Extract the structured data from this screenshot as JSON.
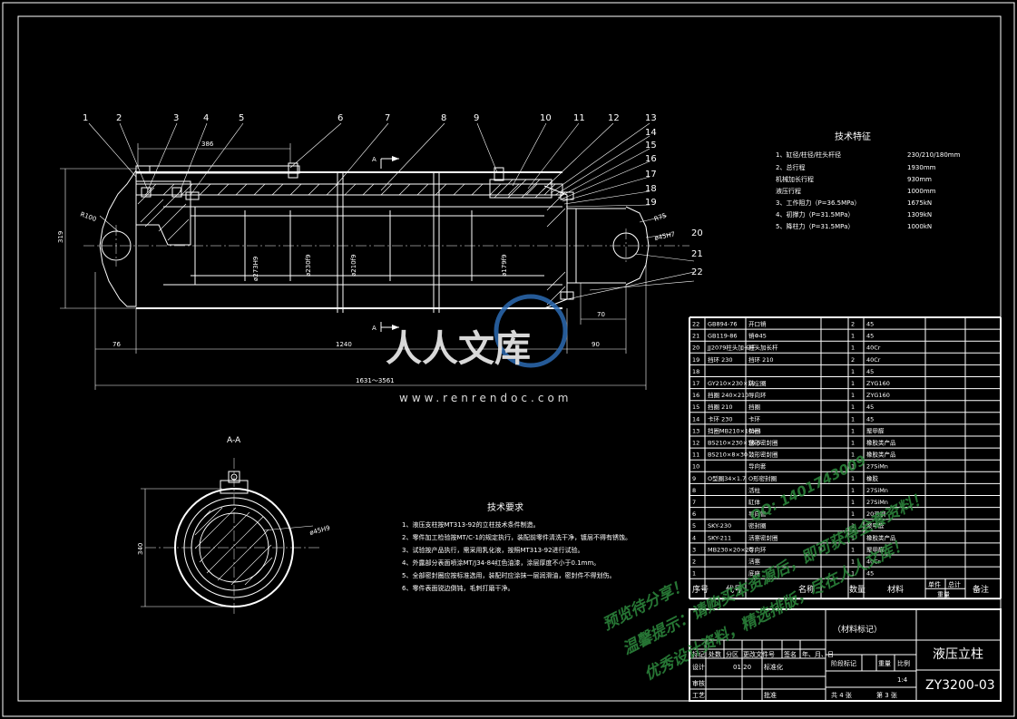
{
  "part_labels": [
    "1",
    "2",
    "3",
    "4",
    "5",
    "6",
    "7",
    "8",
    "9",
    "10",
    "11",
    "12",
    "13",
    "14",
    "15",
    "16",
    "17",
    "18",
    "19",
    "20",
    "21",
    "22"
  ],
  "dimensions": {
    "d386": "386",
    "d319": "319",
    "r100": "R100",
    "r75": "R75",
    "d76": "76",
    "d1240": "1240",
    "d70": "70",
    "d90": "90",
    "stroke": "1631～3561",
    "d273": "ø273H9",
    "d230": "ø230f9",
    "d210": "ø210f9",
    "d179": "ø179f9",
    "d45": "ø45H7",
    "d340": "340",
    "d45b": "ø45H9"
  },
  "section_marker_top": "A",
  "section_marker_bottom": "A",
  "section_view_label": "A-A",
  "tech_specs": {
    "title": "技术特征",
    "lines": [
      {
        "text": "1、缸径/柱径/柱头杆径",
        "value": "230/210/180mm"
      },
      {
        "text": "2、总行程",
        "value": "1930mm"
      },
      {
        "text": "  机械加长行程",
        "value": "930mm"
      },
      {
        "text": "  液压行程",
        "value": "1000mm"
      },
      {
        "text": "3、工作阻力（P=36.5MPa）",
        "value": "1675kN"
      },
      {
        "text": "4、初撑力（P=31.5MPa）",
        "value": "1309kN"
      },
      {
        "text": "5、降柱力（P=31.5MPa）",
        "value": "1000kN"
      }
    ]
  },
  "tech_requirements": {
    "title": "技术要求",
    "lines": [
      "1、液压支柱按MT313-92的立柱技术条件制造。",
      "2、零件加工检验按MT/C-1的规定执行，装配前零件清洗干净，镀层不得有锈蚀。",
      "3、试验按产品执行，需采用乳化液，按照MT313-92进行试验。",
      "4、外露部分表面喷涂MT/J34-84红色油漆，涂层厚度不小于0.1mm。",
      "5、全部密封圈应按标准选用，装配时应涂抹一层润滑油，密封件不得划伤。",
      "6、零件表面锐边倒钝，毛刺打磨干净。"
    ]
  },
  "bom": {
    "rows": [
      {
        "no": "22",
        "code": "GB894-76",
        "name": "开口销",
        "qty": "2",
        "mat": "45"
      },
      {
        "no": "21",
        "code": "GB119-86",
        "name": "销Φ45",
        "qty": "1",
        "mat": "45"
      },
      {
        "no": "20",
        "code": "JJ2079柱头加长杆",
        "name": "柱头加长杆",
        "qty": "1",
        "mat": "40Cr"
      },
      {
        "no": "19",
        "code": "挡环 230",
        "name": "挡环 210",
        "qty": "2",
        "mat": "40Cr"
      },
      {
        "no": "18",
        "code": "",
        "name": "",
        "qty": "1",
        "mat": "45"
      },
      {
        "no": "17",
        "code": "GY210×230×10",
        "name": "防尘圈",
        "qty": "1",
        "mat": "ZYG160"
      },
      {
        "no": "16",
        "code": "挡圈 240×210",
        "name": "导向环",
        "qty": "1",
        "mat": "ZYG160"
      },
      {
        "no": "15",
        "code": "挡圈 210",
        "name": "挡圈",
        "qty": "1",
        "mat": "45"
      },
      {
        "no": "14",
        "code": "卡环 230",
        "name": "卡环",
        "qty": "1",
        "mat": "45"
      },
      {
        "no": "13",
        "code": "挡圈MB210×16×4",
        "name": "挡圈",
        "qty": "1",
        "mat": "聚甲醛"
      },
      {
        "no": "12",
        "code": "BS210×230×16.5",
        "name": "蕾形密封圈",
        "qty": "1",
        "mat": "橡胶类产品"
      },
      {
        "no": "11",
        "code": "BS210×8×30",
        "name": "鼓形密封圈",
        "qty": "1",
        "mat": "橡胶类产品"
      },
      {
        "no": "10",
        "code": "",
        "name": "导向套",
        "qty": "1",
        "mat": "27SiMn"
      },
      {
        "no": "9",
        "code": "O型圈34×1.7",
        "name": "O形密封圈",
        "qty": "1",
        "mat": "橡胶"
      },
      {
        "no": "8",
        "code": "",
        "name": "活柱",
        "qty": "1",
        "mat": "27SiMn"
      },
      {
        "no": "7",
        "code": "",
        "name": "缸体",
        "qty": "1",
        "mat": "27SiMn"
      },
      {
        "no": "6",
        "code": "",
        "name": "导向管",
        "qty": "1",
        "mat": "20号钢"
      },
      {
        "no": "5",
        "code": "SKY-230",
        "name": "密封圈",
        "qty": "1",
        "mat": "聚甲醛"
      },
      {
        "no": "4",
        "code": "SKY-211",
        "name": "活塞密封圈",
        "qty": "1",
        "mat": "橡胶类产品"
      },
      {
        "no": "3",
        "code": "MB230×20×20",
        "name": "导向环",
        "qty": "1",
        "mat": "聚甲醛"
      },
      {
        "no": "2",
        "code": "",
        "name": "活塞",
        "qty": "1",
        "mat": "40Cr"
      },
      {
        "no": "1",
        "code": "",
        "name": "底座",
        "qty": "1",
        "mat": "45"
      }
    ],
    "headers": {
      "no": "序号",
      "code": "代号",
      "name": "名称",
      "qty": "数量",
      "mat": "材料",
      "unit_weight": "单件",
      "total_weight": "总计",
      "weight": "重量",
      "remark": "备注"
    }
  },
  "title_block": {
    "material_mark": "（材料标记）",
    "drawing_name": "液压立柱",
    "drawing_no": "ZY3200-03",
    "mark": "标记",
    "count": "处数",
    "zone": "分区",
    "change_doc": "更改文件号",
    "signature": "签名",
    "date": "年、月、日",
    "designer": "设计",
    "standardize": "标准化",
    "review": "审核",
    "process": "工艺",
    "approve": "批准",
    "stage_mark": "阶段标记",
    "weight": "重量",
    "scale": "比例",
    "scale_value": "1:4",
    "sheets": "共 4 张",
    "sheet_no": "第 3 张",
    "std_date": "01.20"
  },
  "watermark": {
    "brand": "人人文库",
    "site": "www.renrendoc.com",
    "line1": "预览待分享！",
    "line2": "温馨提示：请购买本资源后，即可获得全套资料！",
    "line3": "优秀设计资料，精选排版，尽在人人文库！",
    "qq": "QQ: 1401743009"
  }
}
